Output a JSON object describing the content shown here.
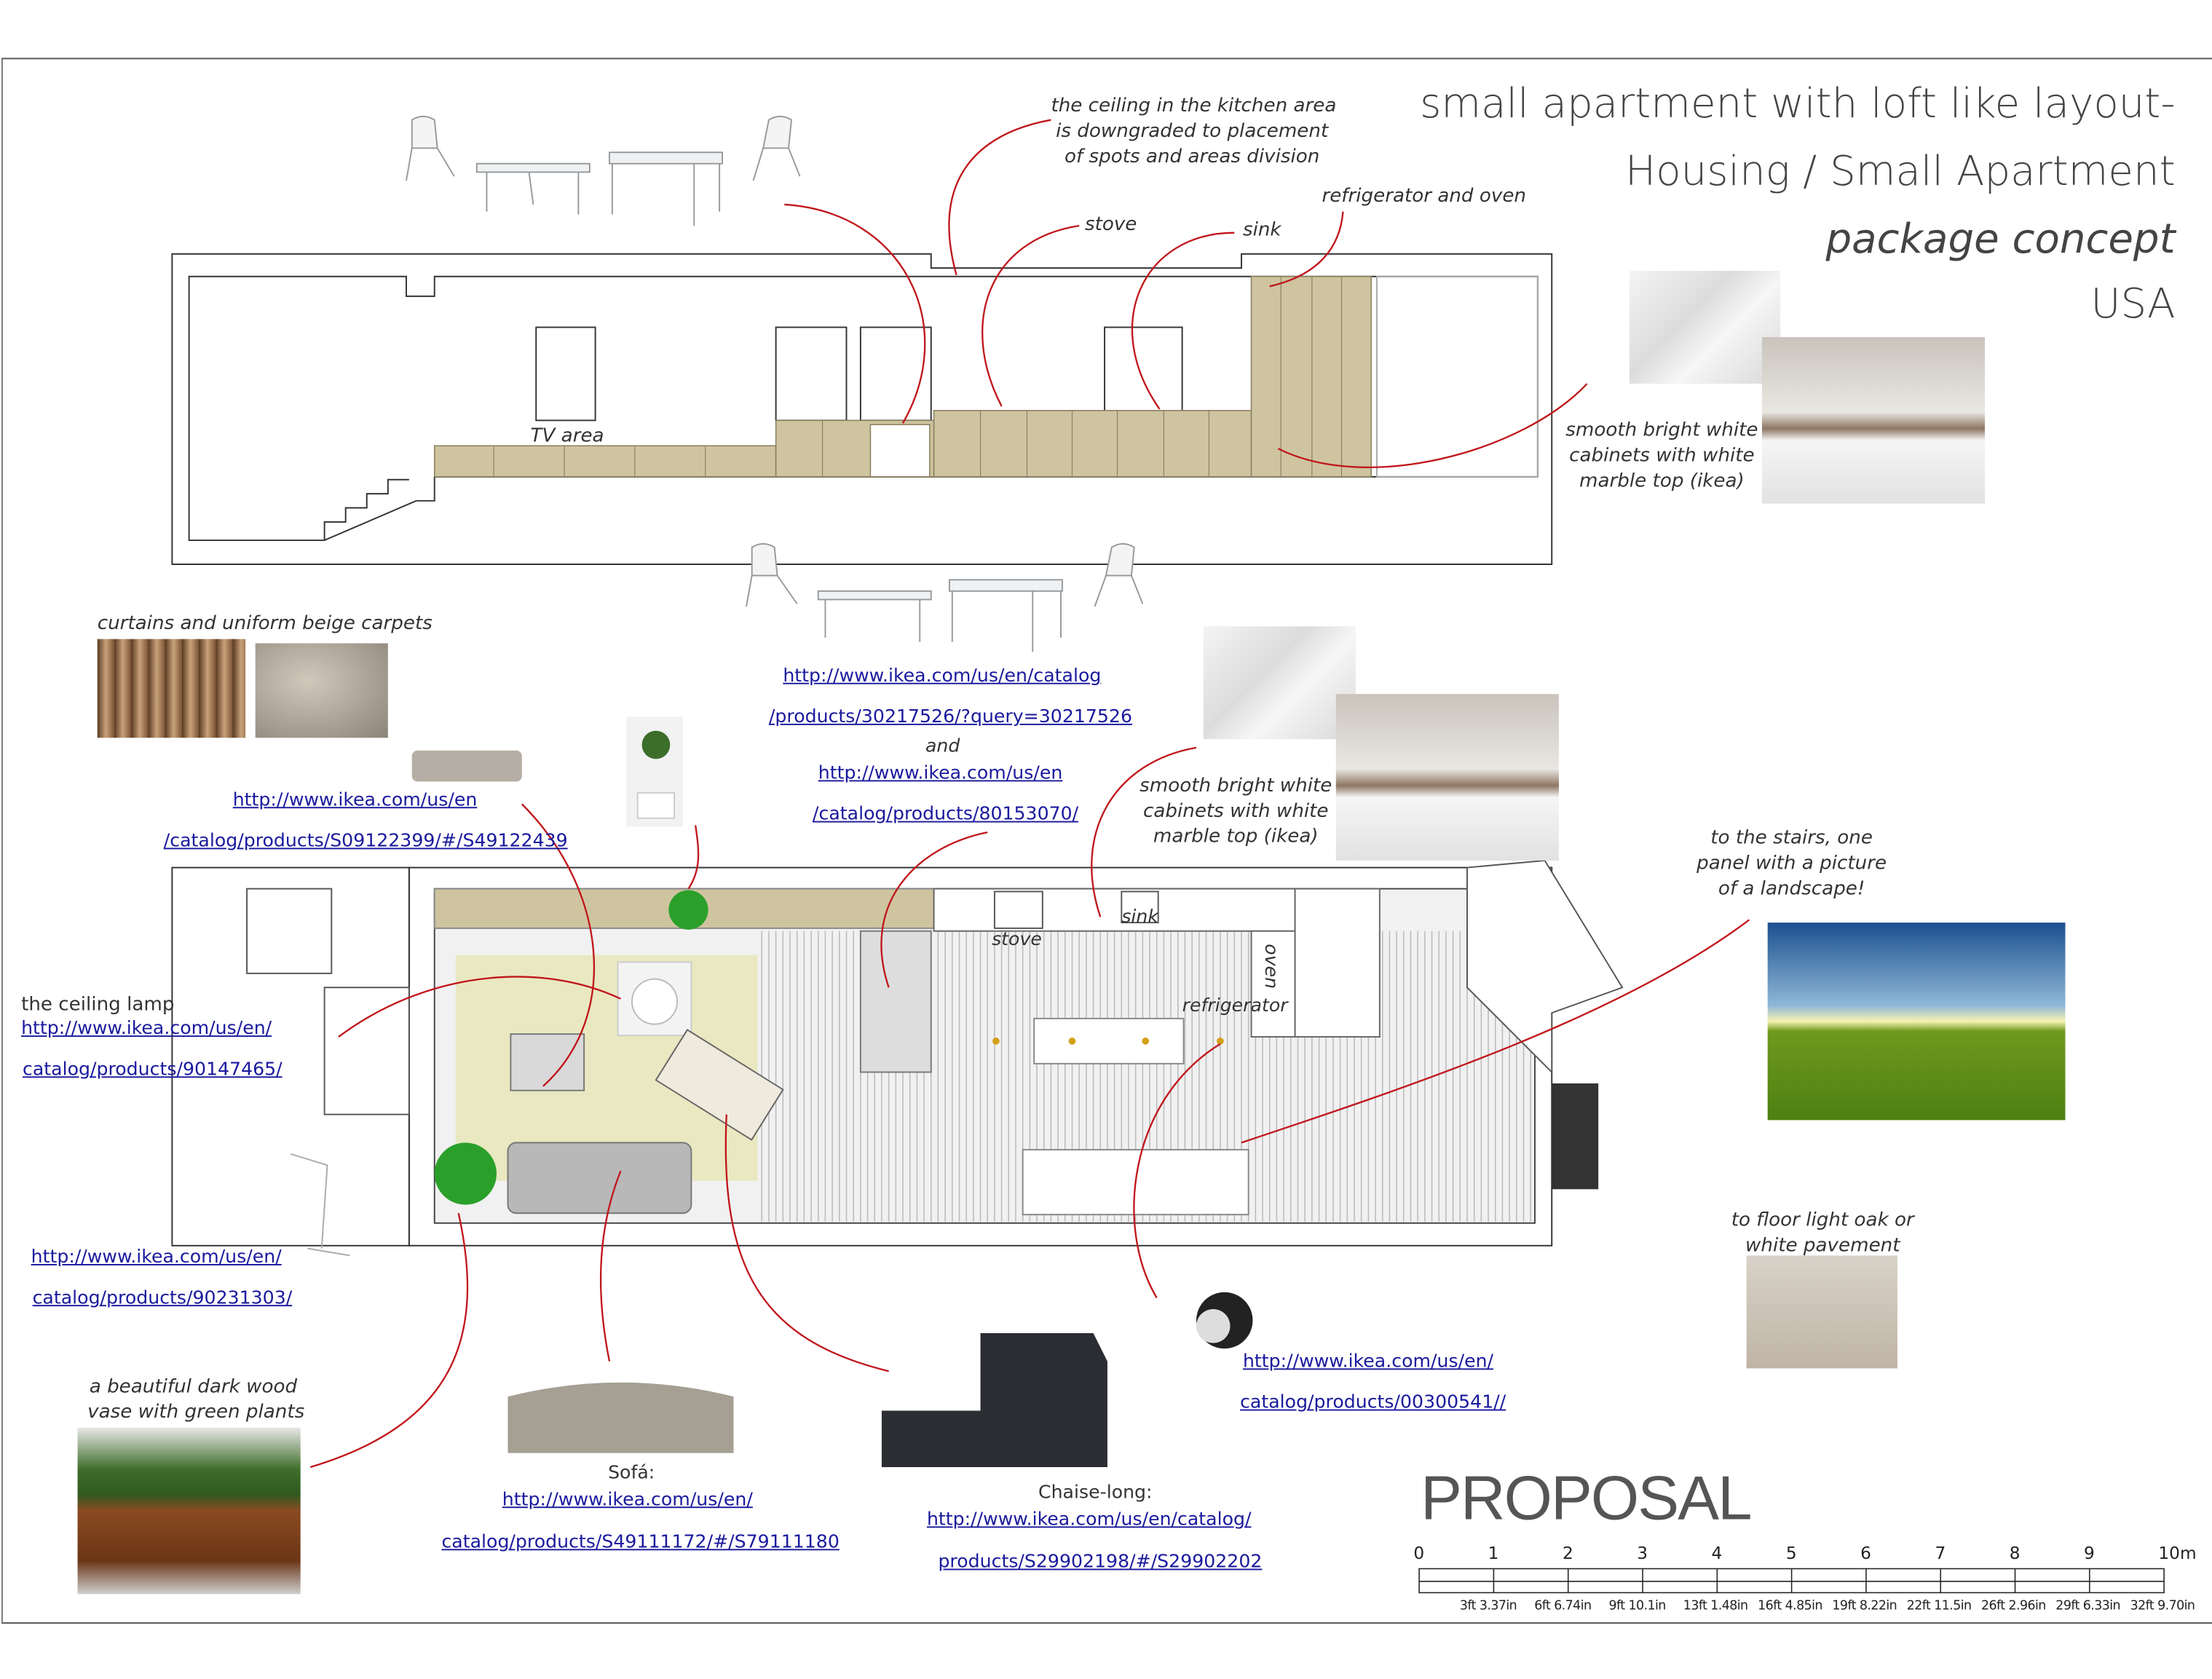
{
  "title": {
    "line1": "small apartment with loft like layout-",
    "line2": "Housing / Small Apartment",
    "line3": "package concept",
    "line4": "USA"
  },
  "proposal": "PROPOSAL",
  "elevation": {
    "ceiling_note": [
      "the ceiling in the kitchen area",
      "is downgraded to placement",
      "of spots and areas division"
    ],
    "stove": "stove",
    "sink": "sink",
    "fridge_oven": "refrigerator and oven",
    "tv_area": "TV area",
    "cabinets_note": [
      "smooth bright white",
      "cabinets with white",
      "marble top (ikea)"
    ]
  },
  "plan": {
    "stove": "stove",
    "sink": "sink",
    "oven": "oven",
    "refrigerator": "refrigerator"
  },
  "notes": {
    "curtains": "curtains and uniform beige carpets",
    "cabinets2": [
      "smooth bright white",
      "cabinets with white",
      "marble top (ikea)"
    ],
    "stairs": [
      "to the stairs, one",
      "panel with a picture",
      "of a landscape!"
    ],
    "ceiling_lamp": "the ceiling lamp",
    "floor": [
      "to floor light oak or",
      "white pavement"
    ],
    "vase": [
      "a beautiful dark wood",
      "vase with green plants"
    ],
    "sofa": "Sofá:",
    "chaise": "Chaise-long:",
    "and": "and"
  },
  "links": {
    "table1": "http://www.ikea.com/us/en/catalog",
    "table2": "/products/30217526/?query=30217526",
    "chair1": "http://www.ikea.com/us/en",
    "chair2": "/catalog/products/80153070/",
    "ottoman1": "http://www.ikea.com/us/en",
    "ottoman2": "/catalog/products/S09122399/#/S49122439",
    "lamp1": "http://www.ikea.com/us/en/",
    "lamp2": "catalog/products/90147465/",
    "floorlamp1": "http://www.ikea.com/us/en/",
    "floorlamp2": "catalog/products/90231303/",
    "sofa1": "http://www.ikea.com/us/en/",
    "sofa2": "catalog/products/S49111172/#/S79111180",
    "chaise1": "http://www.ikea.com/us/en/catalog/",
    "chaise2": "products/S29902198/#/S29902202",
    "spot1": "http://www.ikea.com/us/en/",
    "spot2": "catalog/products/00300541//"
  },
  "scale_bar": {
    "metric": [
      "0",
      "1",
      "2",
      "3",
      "4",
      "5",
      "6",
      "7",
      "8",
      "9",
      "10m"
    ],
    "imperial": [
      "3ft 3.37in",
      "6ft 6.74in",
      "9ft 10.1in",
      "13ft 1.48in",
      "16ft 4.85in",
      "19ft 8.22in",
      "22ft 11.5in",
      "26ft 2.96in",
      "29ft 6.33in",
      "32ft 9.70in"
    ]
  },
  "colors": {
    "link": "#1a1a9e",
    "arrow": "#c0161b",
    "cabinet": "#cfc4a0",
    "text": "#333333"
  }
}
